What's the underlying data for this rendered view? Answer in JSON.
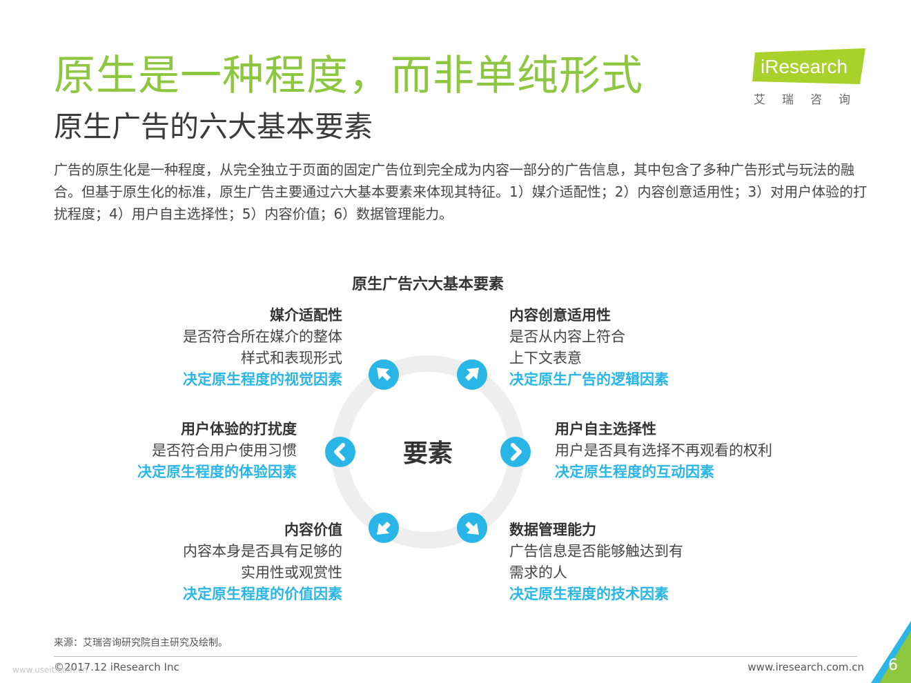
{
  "header": {
    "title": "原生是一种程度，而非单纯形式",
    "subtitle": "原生广告的六大基本要素",
    "intro": "广告的原生化是一种程度，从完全独立于页面的固定广告位到完全成为内容一部分的广告信息，其中包含了多种广告形式与玩法的融合。但基于原生化的标准，原生广告主要通过六大基本要素来体现其特征。1）媒介适配性；2）内容创意适用性；3）对用户体验的打扰程度；4）用户自主选择性；5）内容价值；6）数据管理能力。"
  },
  "logo": {
    "brand": "iResearch",
    "chinese": "艾瑞咨询",
    "color": "#a8d22b"
  },
  "diagram": {
    "title": "原生广告六大基本要素",
    "center": "要素",
    "ring_color": "#eeeeee",
    "node_color": "#29b6e6",
    "elements": [
      {
        "title": "媒介适配性",
        "desc1": "是否符合所在媒介的整体",
        "desc2": "样式和表现形式",
        "key": "决定原生程度的视觉因素",
        "icon": "arrow-up-left-icon"
      },
      {
        "title": "内容创意适用性",
        "desc1": "是否从内容上符合",
        "desc2": "上下文表意",
        "key": "决定原生广告的逻辑因素",
        "icon": "arrow-up-right-icon"
      },
      {
        "title": "用户体验的打扰度",
        "desc1": "是否符合用户使用习惯",
        "key": "决定原生程度的体验因素",
        "icon": "chevron-left-icon"
      },
      {
        "title": "用户自主选择性",
        "desc1": "用户是否具有选择不再观看的权利",
        "key": "决定原生程度的互动因素",
        "icon": "chevron-right-icon"
      },
      {
        "title": "内容价值",
        "desc1": "内容本身是否具有足够的",
        "desc2": "实用性或观赏性",
        "key": "决定原生程度的价值因素",
        "icon": "arrow-down-left-icon"
      },
      {
        "title": "数据管理能力",
        "desc1": "广告信息是否能够触达到有",
        "desc2": "需求的人",
        "key": "决定原生程度的技术因素",
        "icon": "arrow-down-right-icon"
      }
    ]
  },
  "footer": {
    "source": "来源：艾瑞咨询研究院自主研究及绘制。",
    "copyright": "©2017.12 iResearch Inc",
    "website": "www.iresearch.com.cn",
    "page_number": "6",
    "watermark": "www.useit.com.cn"
  },
  "colors": {
    "title_green": "#8dc63f",
    "accent_blue": "#29b6e6",
    "corner_green": "#8dc63f"
  }
}
